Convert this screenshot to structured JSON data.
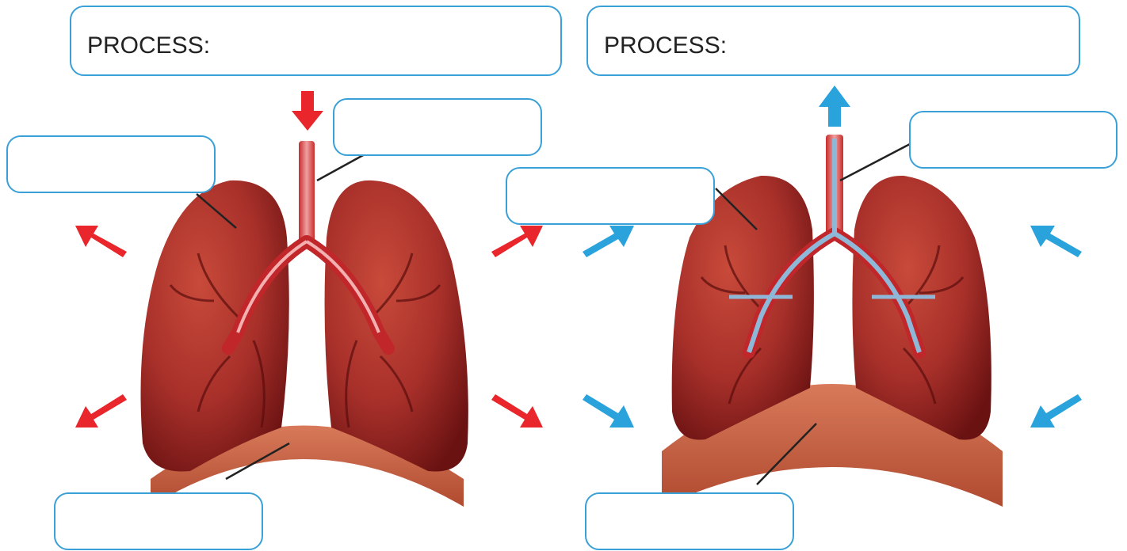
{
  "colors": {
    "box_border": "#3aa0d8",
    "inhale_arrow": "#e8262b",
    "exhale_arrow": "#2aa3dc",
    "lung_light": "#c84a3a",
    "lung_dark": "#7a1515",
    "diaphragm": "#c66046",
    "trachea": "#d83a3a",
    "airway_exhale": "#8fb8d8"
  },
  "left_panel": {
    "process_label": "PROCESS:",
    "arrow_direction": "down",
    "label_boxes": [
      "",
      "",
      ""
    ]
  },
  "right_panel": {
    "process_label": "PROCESS:",
    "arrow_direction": "up",
    "label_boxes": [
      "",
      "",
      ""
    ]
  }
}
